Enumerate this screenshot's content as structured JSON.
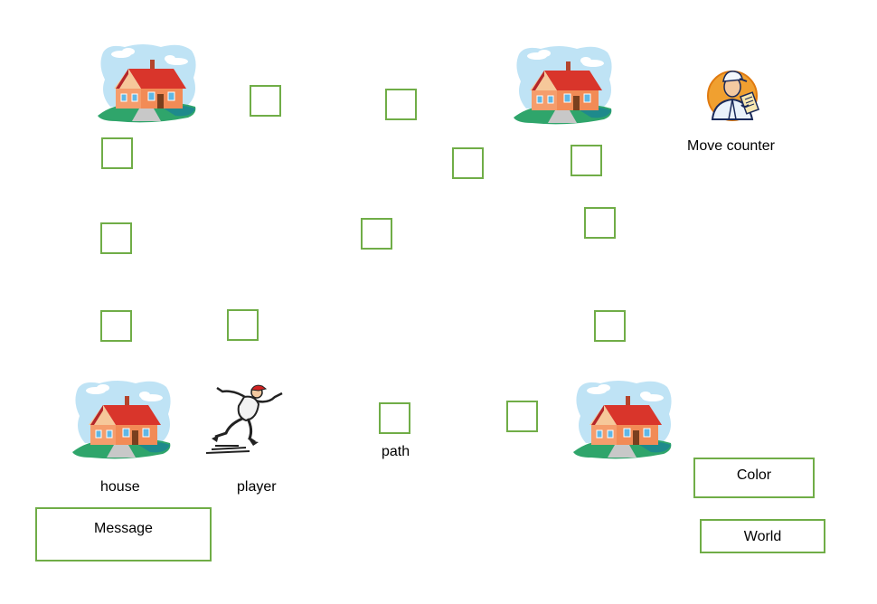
{
  "labels": {
    "move_counter": "Move counter",
    "house": "house",
    "player": "player",
    "path": "path"
  },
  "buttons": {
    "message": "Message",
    "color": "Color",
    "world": "World"
  },
  "icons": {
    "house": "house-icon",
    "player": "running-player-icon",
    "move_counter": "counter-man-clipboard-icon"
  },
  "colors": {
    "tile_border": "#70AD47",
    "roof": "#D9352B",
    "wall": "#F28B56",
    "sky": "#BFE3F5",
    "grass": "#2FA56B"
  }
}
